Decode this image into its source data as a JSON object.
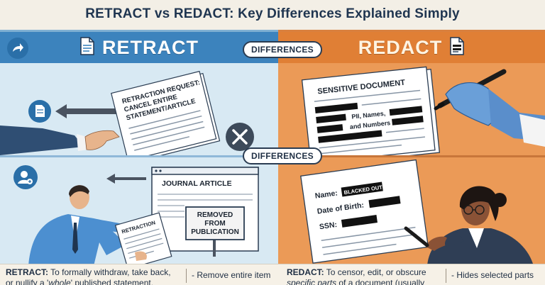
{
  "title": "RETRACT vs REDACT: Key Differences Explained Simply",
  "left": {
    "heading": "RETRACT",
    "doc_text": [
      "RETRACTION REQUEST:",
      "CANCEL ENTIRE",
      "STATEMENT/ARTICLE"
    ],
    "journal_title": "JOURNAL ARTICLE",
    "paper_label": "RETRACTION",
    "sign_text": [
      "REMOVED",
      "FROM",
      "PUBLICATION"
    ]
  },
  "right": {
    "heading": "REDACT",
    "doc_title": "SENSITIVE DOCUMENT",
    "doc_text": [
      "PII, Names,",
      "and Numbers"
    ],
    "form": {
      "name_label": "Name:",
      "name_value": "BLACKED OUT",
      "dob_label": "Date of Birth:",
      "ssn_label": "SSN:"
    }
  },
  "center_pill_top": "DIFFERENCES",
  "center_pill_mid": "DIFFERENCES",
  "bottom": {
    "retract_term": "RETRACT:",
    "retract_def_1": "To formally withdraw, take back,",
    "retract_def_2a": "or nullify a '",
    "retract_def_2b": "whole",
    "retract_def_2c": "' published statement,",
    "retract_bullet": "- Remove entire item",
    "redact_term": "REDACT:",
    "redact_def_1": "To censor, edit, or obscure",
    "redact_def_2a": "specific parts",
    "redact_def_2b": "of a document (usually",
    "redact_bullet": "- Hides selected parts"
  },
  "colors": {
    "retract_blue": "#3c83bd",
    "redact_orange": "#e07f35",
    "title_navy": "#1f3550"
  },
  "icons": [
    "share-arrow-icon",
    "document-icon",
    "close-x-icon",
    "user-add-icon",
    "note-document-icon"
  ]
}
